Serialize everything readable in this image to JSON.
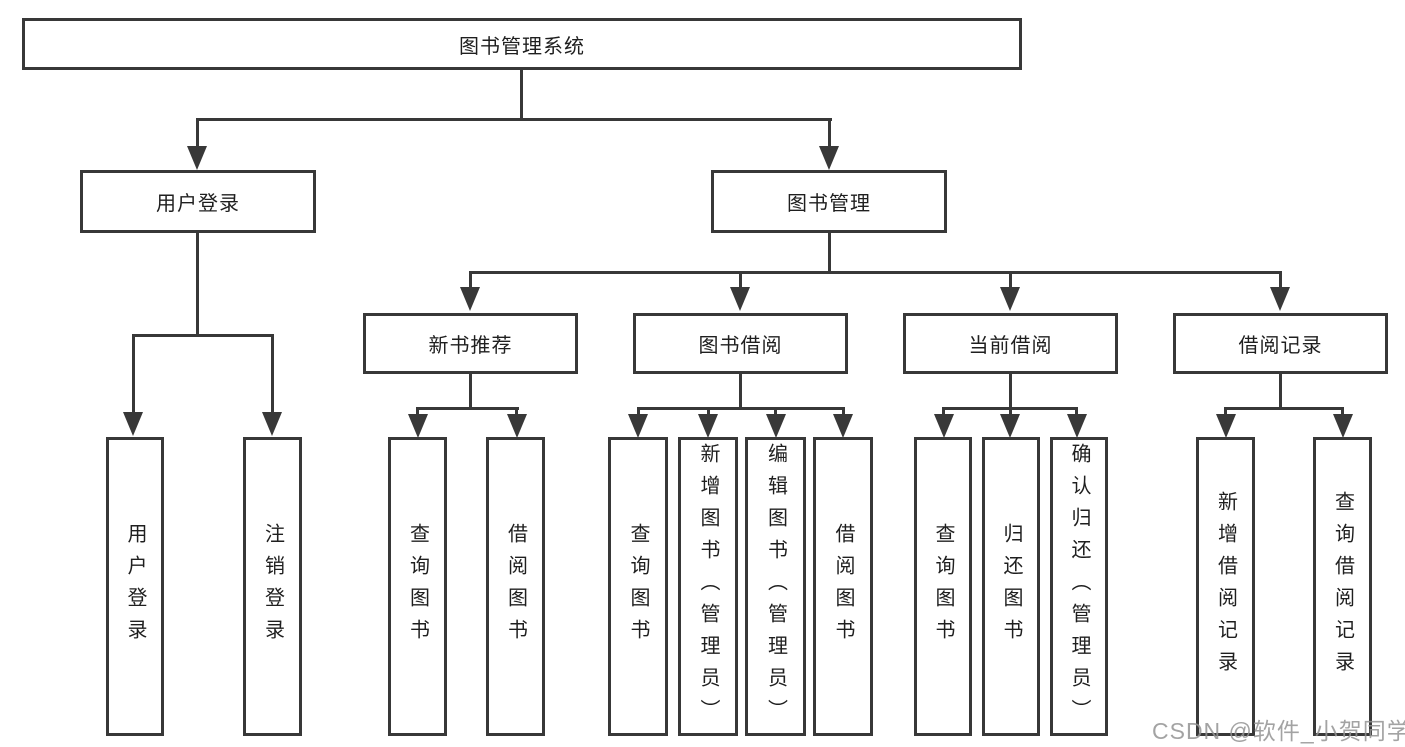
{
  "diagram_title": "图书管理系统",
  "tree": {
    "root": {
      "label": "图书管理系统"
    },
    "branches": [
      {
        "label": "用户登录",
        "children": [
          {
            "label": "用户登录"
          },
          {
            "label": "注销登录"
          }
        ]
      },
      {
        "label": "图书管理",
        "children": [
          {
            "label": "新书推荐",
            "children": [
              {
                "label": "查询图书"
              },
              {
                "label": "借阅图书"
              }
            ]
          },
          {
            "label": "图书借阅",
            "children": [
              {
                "label": "查询图书"
              },
              {
                "label": "新增图书（管理员）"
              },
              {
                "label": "编辑图书（管理员）"
              },
              {
                "label": "借阅图书"
              }
            ]
          },
          {
            "label": "当前借阅",
            "children": [
              {
                "label": "查询图书"
              },
              {
                "label": "归还图书"
              },
              {
                "label": "确认归还（管理员）"
              }
            ]
          },
          {
            "label": "借阅记录",
            "children": [
              {
                "label": "新增借阅记录"
              },
              {
                "label": "查询借阅记录"
              }
            ]
          }
        ]
      }
    ]
  },
  "watermark": {
    "text": "CSDN @软件_小贺同学"
  },
  "colors": {
    "line": "#383838",
    "text": "#1f1f1f",
    "background": "#ffffff",
    "watermark": "#949494"
  }
}
